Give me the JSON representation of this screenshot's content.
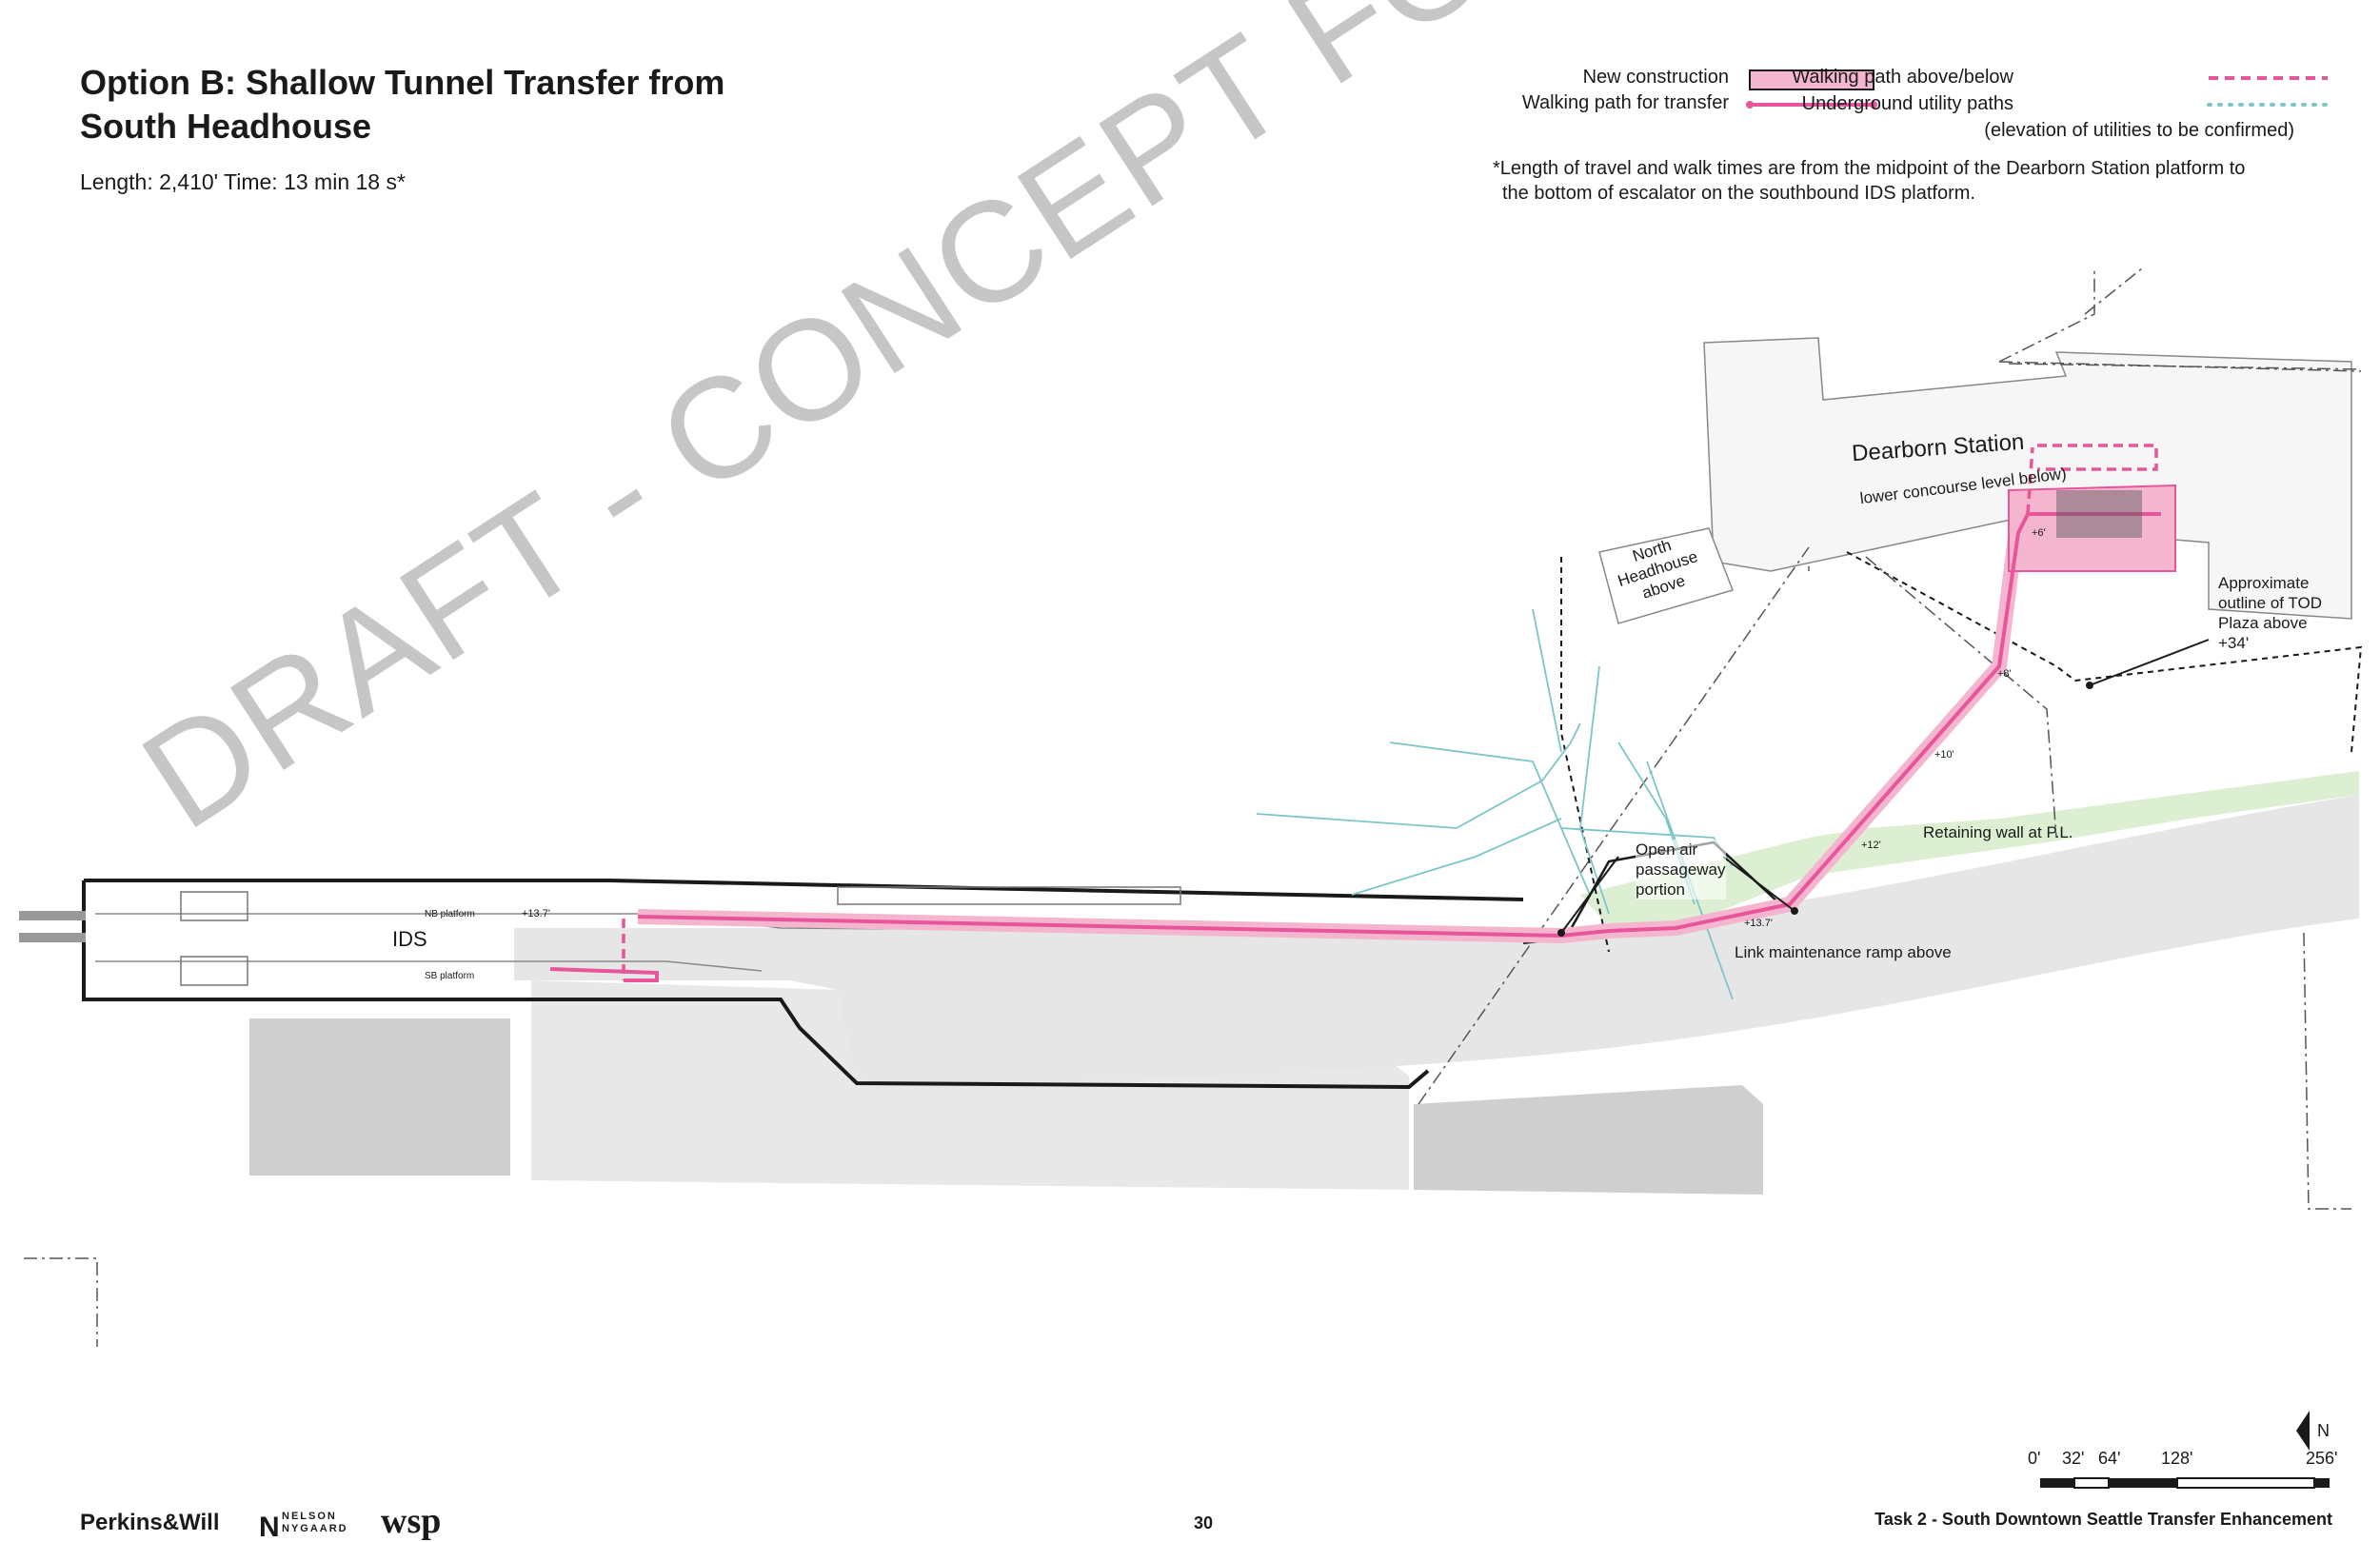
{
  "header": {
    "title_line1": "Option B: Shallow Tunnel Transfer from",
    "title_line2": "South Headhouse",
    "subtitle": "Length: 2,410' Time: 13 min 18 s*"
  },
  "legend": {
    "new_construction": "New construction",
    "walking_path": "Walking path for transfer",
    "walking_above_below": "Walking path above/below",
    "utility_paths": "Underground utility paths",
    "utility_note": "(elevation of utilities to be confirmed)",
    "colors": {
      "pink": "#e8559a",
      "pink_fill": "#f4b6cf",
      "utility": "#7cc6c8",
      "green": "#dcefd2",
      "gray": "#cfcfcf"
    }
  },
  "footnote": {
    "line1": "*Length of travel and walk times are from the midpoint of the Dearborn Station platform to",
    "line2": "the bottom of escalator on the southbound IDS platform."
  },
  "map_labels": {
    "dearborn_station": "Dearborn Station",
    "lower_concourse": "lower concourse level below)",
    "north_headhouse_1": "North",
    "north_headhouse_2": "Headhouse",
    "north_headhouse_3": "above",
    "tod_1": "Approximate",
    "tod_2": "outline of TOD",
    "tod_3": "Plaza above",
    "tod_4": "+34'",
    "open_air_1": "Open air",
    "open_air_2": "passageway",
    "open_air_3": "portion",
    "retaining_wall": "Retaining wall at P.L.",
    "link_ramp": "Link maintenance ramp above",
    "ids": "IDS",
    "nb_platform": "NB platform",
    "sb_platform": "SB platform",
    "elev_13_7a": "+13.7'",
    "elev_13_7b": "+13.7'",
    "elev_12": "+12'",
    "elev_10": "+10'",
    "elev_8": "+8'",
    "elev_6": "+6'"
  },
  "watermark": "DRAFT - CONCEPT FOR DISCUSSION",
  "scale": {
    "s0": "0'",
    "s1": "32'",
    "s2": "64'",
    "s3": "128'",
    "s4": "256'",
    "north": "N"
  },
  "footer": {
    "logo1": "Perkins&Will",
    "logo2_top": "NELSON",
    "logo2_bottom": "NYGAARD",
    "logo3": "wsp",
    "page": "30",
    "project": "Task 2 - South Downtown Seattle Transfer Enhancement"
  }
}
